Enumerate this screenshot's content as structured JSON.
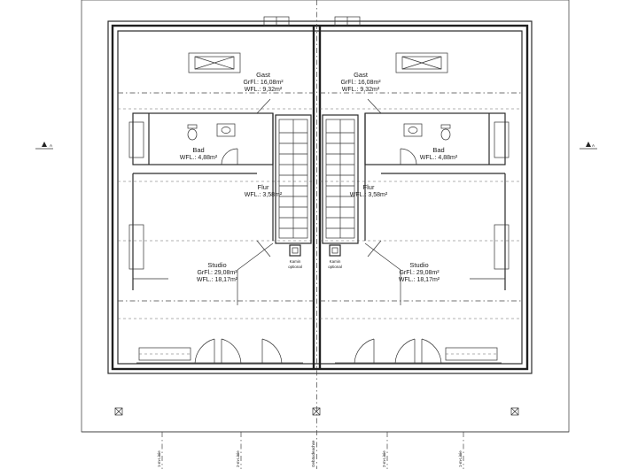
{
  "drawing": {
    "section_marker": "A",
    "units": [
      {
        "side": "left",
        "rooms": {
          "gast": {
            "name": "Gast",
            "grfl": "GrFl.: 16,08m²",
            "wfl": "WFL.: 9,32m²"
          },
          "bad": {
            "name": "Bad",
            "wfl": "WFL.: 4,88m²"
          },
          "flur": {
            "name": "Flur",
            "wfl": "WFL.: 3,58m²"
          },
          "studio": {
            "name": "Studio",
            "grfl": "GrFl.: 29,08m²",
            "wfl": "WFL.: 18,17m²"
          }
        },
        "kamin": {
          "name": "Kamin",
          "note": "optional"
        }
      },
      {
        "side": "right",
        "rooms": {
          "gast": {
            "name": "Gast",
            "grfl": "GrFl.: 16,08m²",
            "wfl": "WFL.: 9,32m²"
          },
          "bad": {
            "name": "Bad",
            "wfl": "WFL.: 4,88m²"
          },
          "flur": {
            "name": "Flur",
            "wfl": "WFL.: 3,58m²"
          },
          "studio": {
            "name": "Studio",
            "grfl": "GrFl.: 29,08m²",
            "wfl": "WFL.: 18,17m²"
          }
        },
        "kamin": {
          "name": "Kamin",
          "note": "optional"
        }
      }
    ],
    "axes": [
      "1-m-Linie",
      "2-m-Linie",
      "Gebäudeachse",
      "2-m-Linie",
      "1-m-Linie"
    ]
  }
}
